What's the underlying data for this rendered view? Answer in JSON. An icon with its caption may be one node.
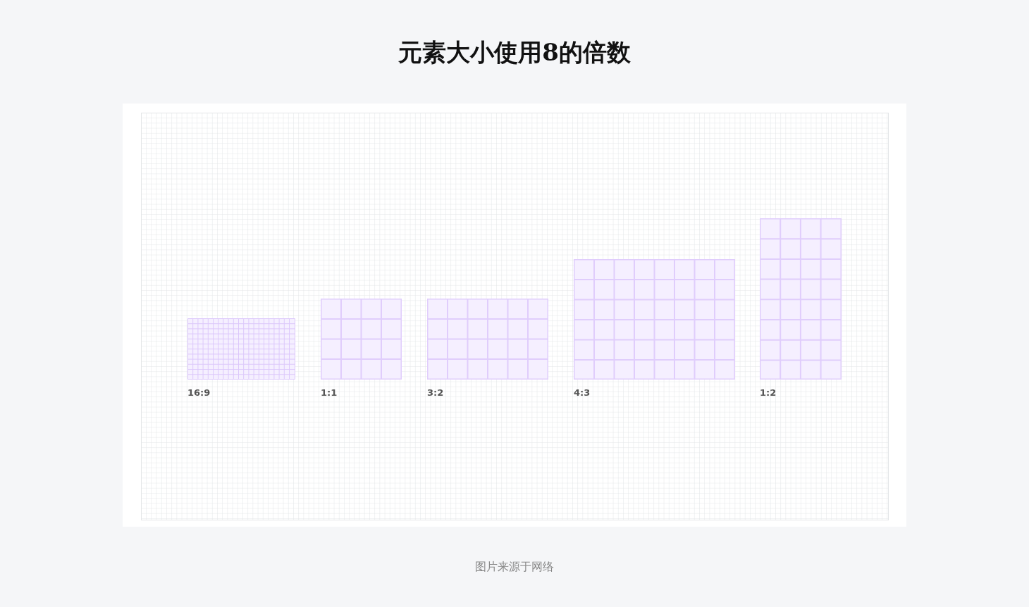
{
  "diagram": {
    "title": "元素大小使用8的倍数",
    "caption": "图片来源于网络",
    "nodes": [
      {
        "text": [
          "16:9"
        ]
      },
      {
        "text": [
          "1:1"
        ]
      },
      {
        "text": [
          "3:2"
        ]
      },
      {
        "text": [
          "4:3"
        ]
      },
      {
        "text": [
          "1:2"
        ]
      }
    ]
  }
}
